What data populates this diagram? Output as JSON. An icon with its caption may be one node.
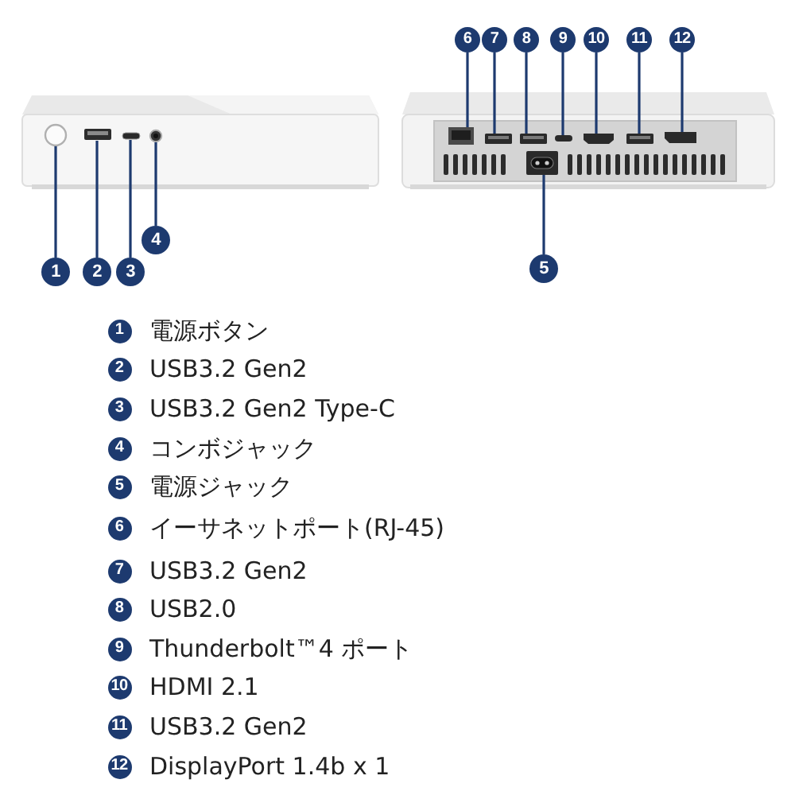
{
  "diagram": {
    "nodes": [
      {
        "text": [
          "1"
        ]
      },
      {
        "text": [
          "2"
        ]
      },
      {
        "text": [
          "3"
        ]
      },
      {
        "text": [
          "4"
        ]
      },
      {
        "text": [
          "5"
        ]
      },
      {
        "text": [
          "6"
        ]
      },
      {
        "text": [
          "7"
        ]
      },
      {
        "text": [
          "8"
        ]
      },
      {
        "text": [
          "9"
        ]
      },
      {
        "text": [
          "10"
        ]
      },
      {
        "text": [
          "11"
        ]
      },
      {
        "text": [
          "12"
        ]
      },
      {
        "text": [
          "1"
        ],
        "beside": [
          "電源ボタン"
        ]
      },
      {
        "text": [
          "2"
        ],
        "beside": [
          "USB3.2 Gen2"
        ]
      },
      {
        "text": [
          "3"
        ],
        "beside": [
          "USB3.2 Gen2 Type-C"
        ]
      },
      {
        "text": [
          "4"
        ],
        "beside": [
          "コンボジャック"
        ]
      },
      {
        "text": [
          "5"
        ],
        "beside": [
          "電源ジャック"
        ]
      },
      {
        "text": [
          "6"
        ],
        "beside": [
          "イーサネットポート(RJ-45)"
        ]
      },
      {
        "text": [
          "7"
        ],
        "beside": [
          "USB3.2 Gen2"
        ]
      },
      {
        "text": [
          "8"
        ],
        "beside": [
          "USB2.0"
        ]
      },
      {
        "text": [
          "9"
        ],
        "beside": [
          "Thunderbolt™4 ポート"
        ]
      },
      {
        "text": [
          "10"
        ],
        "beside": [
          "HDMI 2.1"
        ]
      },
      {
        "text": [
          "11"
        ],
        "beside": [
          "USB3.2 Gen2"
        ]
      },
      {
        "text": [
          "12"
        ],
        "beside": [
          "DisplayPort 1.4b x 1"
        ]
      }
    ],
    "edges": [
      {
        "from": 0,
        "to": null,
        "arrow": "none"
      },
      {
        "from": 1,
        "to": null,
        "arrow": "none"
      },
      {
        "from": 2,
        "to": null,
        "arrow": "none"
      },
      {
        "from": 3,
        "to": null,
        "arrow": "none"
      },
      {
        "from": 4,
        "to": null,
        "arrow": "none"
      },
      {
        "from": 5,
        "to": null,
        "arrow": "none"
      },
      {
        "from": 6,
        "to": null,
        "arrow": "none"
      },
      {
        "from": 7,
        "to": null,
        "arrow": "none"
      },
      {
        "from": 8,
        "to": null,
        "arrow": "none"
      },
      {
        "from": 9,
        "to": null,
        "arrow": "none"
      },
      {
        "from": 10,
        "to": null,
        "arrow": "none"
      },
      {
        "from": 11,
        "to": null,
        "arrow": "none"
      }
    ]
  }
}
